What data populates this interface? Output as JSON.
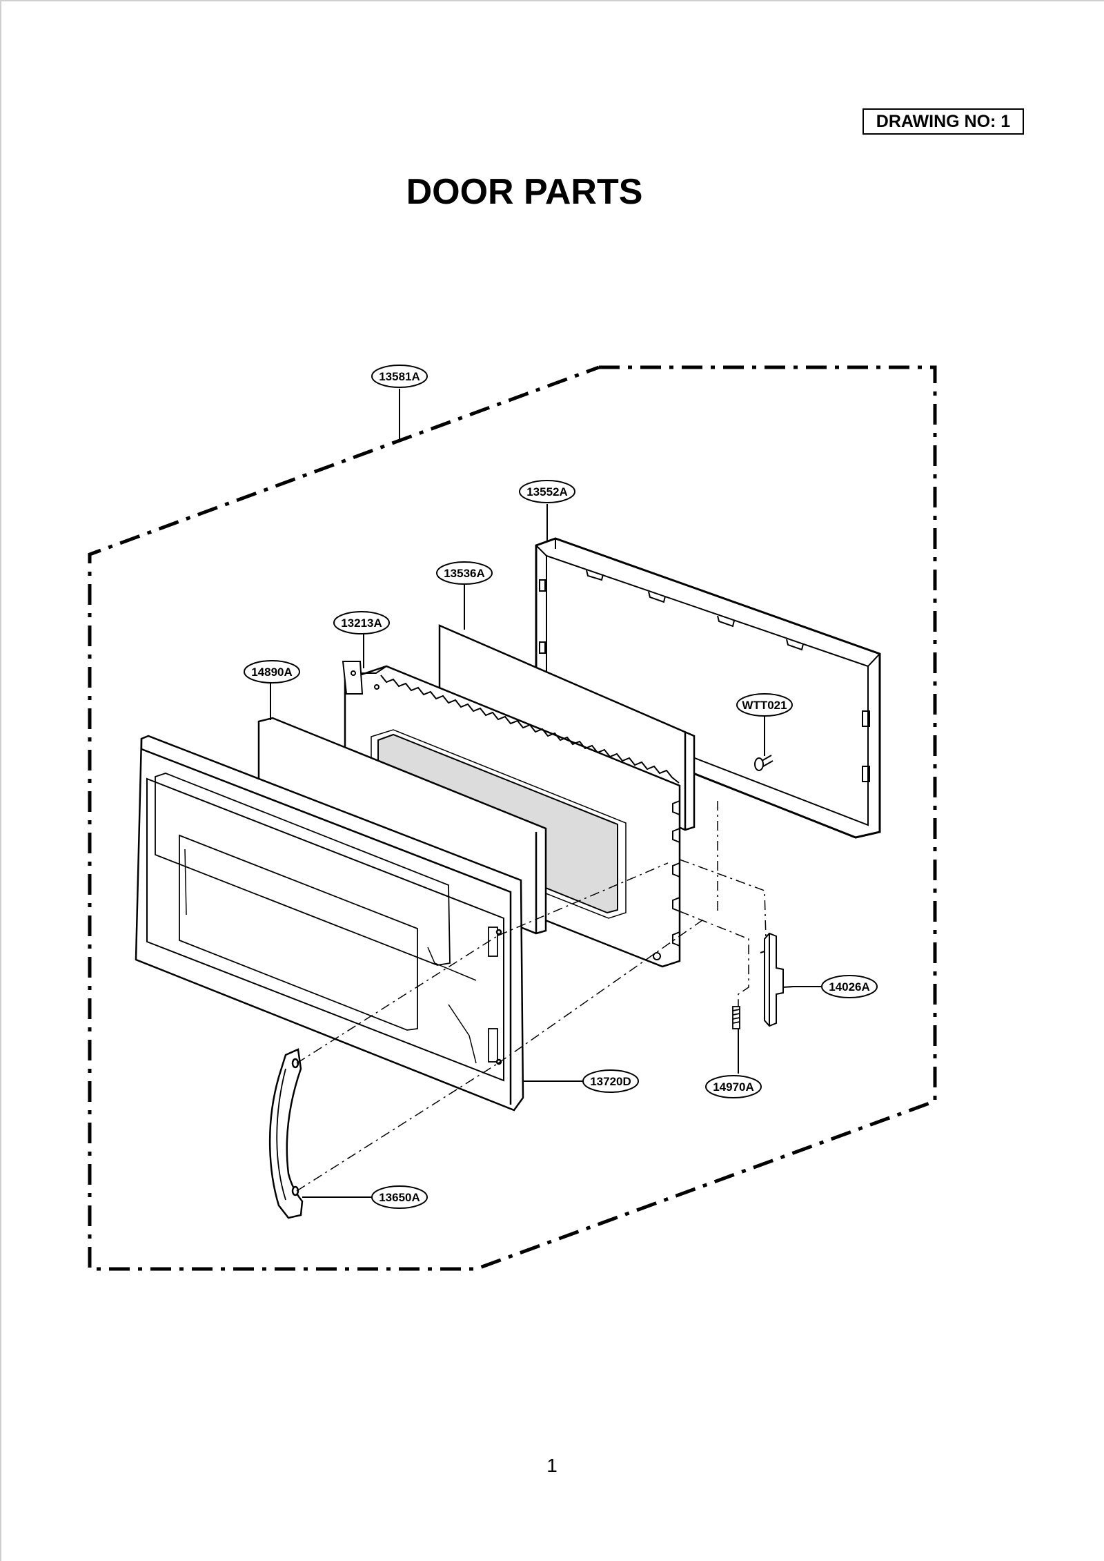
{
  "header": {
    "drawing_no": "DRAWING NO: 1",
    "title": "DOOR PARTS"
  },
  "footer": {
    "page_number": "1"
  },
  "callouts": {
    "c13581A": "13581A",
    "c13552A": "13552A",
    "c13536A": "13536A",
    "c13213A": "13213A",
    "c14890A": "14890A",
    "cWTT021": "WTT021",
    "c14026A": "14026A",
    "c13720D": "13720D",
    "c14970A": "14970A",
    "c13650A": "13650A"
  }
}
